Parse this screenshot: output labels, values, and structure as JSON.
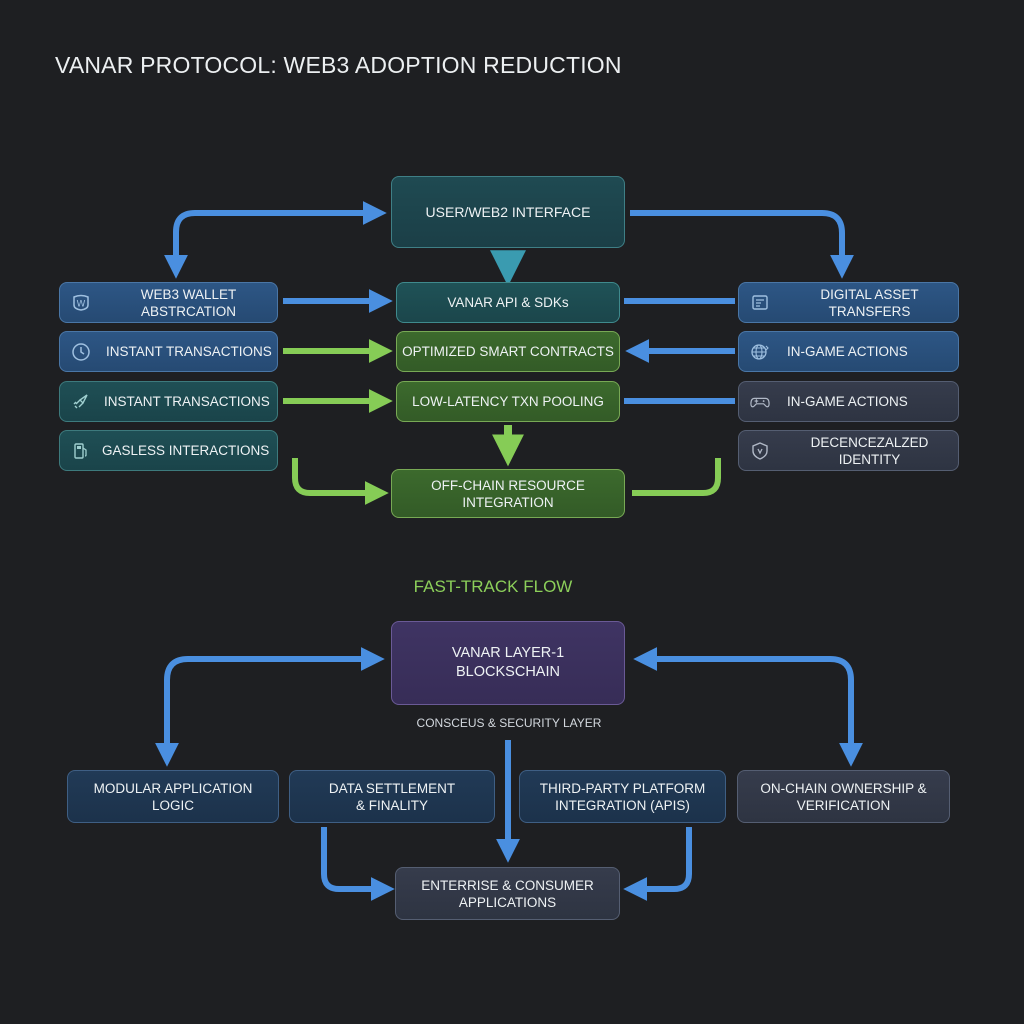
{
  "title": "VANAR PROTOCOL: WEB3 ADOPTION REDUCTION",
  "top_section": {
    "center": {
      "user_interface": "USER/WEB2 INTERFACE",
      "api_sdks": "VANAR API & SDKs",
      "smart_contracts": "OPTIMIZED SMART CONTRACTS",
      "txn_pooling": "LOW-LATENCY TXN POOLING",
      "offchain": "OFF-CHAIN RESOURCE INTEGRATION"
    },
    "left": [
      {
        "label": "WEB3 WALLET ABSTRCATION",
        "icon": "wallet-w-icon"
      },
      {
        "label": "INSTANT TRANSACTIONS",
        "icon": "clock-icon"
      },
      {
        "label": "INSTANT TRANSACTIONS",
        "icon": "rocket-icon"
      },
      {
        "label": "GASLESS INTERACTIONS",
        "icon": "fuel-pump-icon"
      }
    ],
    "right": [
      {
        "label": "DIGITAL ASSET TRANSFERS",
        "icon": "document-transfer-icon"
      },
      {
        "label": "IN-GAME ACTIONS",
        "icon": "globe-sync-icon"
      },
      {
        "label": "IN-GAME ACTIONS",
        "icon": "gamepad-icon"
      },
      {
        "label": "DECENCEZALZED IDENTITY",
        "icon": "shield-icon"
      }
    ]
  },
  "section_label": "FAST-TRACK FLOW",
  "bottom_section": {
    "blockchain": {
      "line1": "VANAR LAYER-1",
      "line2": "BLOCKSCHAIN"
    },
    "consensus_label": "CONSCEUS & SECURITY LAYER",
    "modules": [
      {
        "line1": "MODULAR APPLICATION",
        "line2": "LOGIC"
      },
      {
        "line1": "DATA SETTLEMENT",
        "line2": "& FINALITY"
      },
      {
        "line1": "THIRD-PARTY PLATFORM",
        "line2": "INTEGRATION (APIS)"
      },
      {
        "line1": "ON-CHAIN OWNERSHIP &",
        "line2": "VERIFICATION"
      }
    ],
    "applications": {
      "line1": "ENTERRISE & CONSUMER",
      "line2": "APPLICATIONS"
    }
  },
  "colors": {
    "background": "#1e1f22",
    "arrow_blue": "#4a8fe0",
    "arrow_green": "#86cc56",
    "arrow_teal": "#3a9bb0",
    "accent_green_text": "#8ccf5a"
  }
}
